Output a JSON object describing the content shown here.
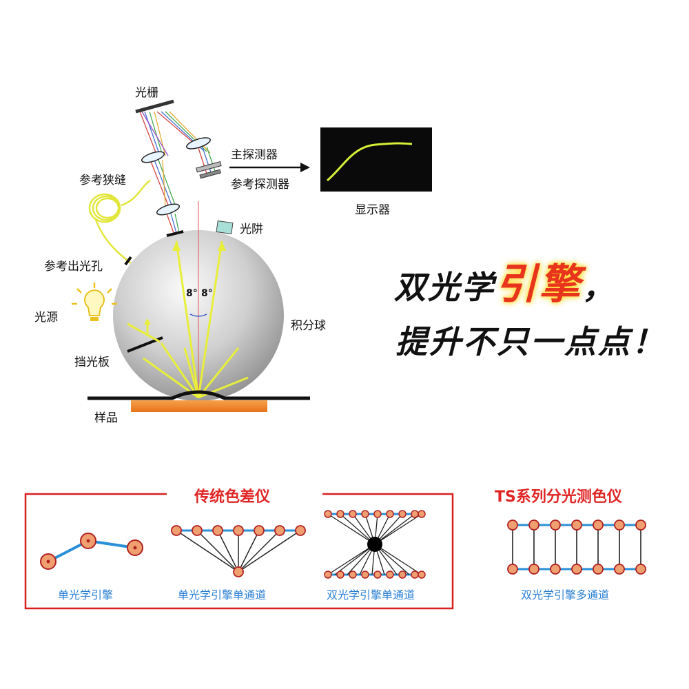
{
  "diagram": {
    "labels": {
      "grating": "光栅",
      "main_detector": "主探测器",
      "ref_detector": "参考探测器",
      "display": "显示器",
      "ref_slit": "参考狭缝",
      "light_trap": "光阱",
      "ref_aperture": "参考出光孔",
      "light_source": "光源",
      "baffle": "挡光板",
      "sphere": "积分球",
      "sample": "样品",
      "angle_left": "8°",
      "angle_right": "8°"
    }
  },
  "slogan": {
    "line1_prefix": "双光学",
    "line1_highlight": "引擎",
    "line1_suffix": "，",
    "line2": "提升不只一点点！"
  },
  "comparison": {
    "traditional_title": "传统色差仪",
    "ts_title": "TS系列分光测色仪",
    "captions": [
      "单光学引擎",
      "单光学引擎单通道",
      "双光学引擎单通道",
      "双光学引擎多通道"
    ]
  },
  "colors": {
    "red": "#e02424",
    "blue": "#2a8fd8",
    "orange_node": "#f0a070",
    "yellow_beam": "#e8ee3a",
    "sample_orange": "#f28a2e"
  }
}
